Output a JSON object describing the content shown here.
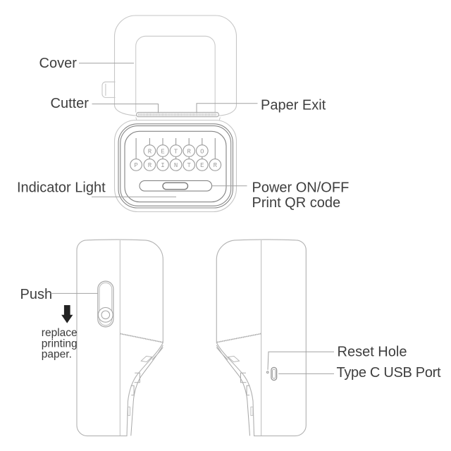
{
  "front_view": {
    "labels": {
      "cover": "Cover",
      "cutter": "Cutter",
      "paper_exit": "Paper Exit",
      "indicator_light": "Indicator Light",
      "power_line1": "Power ON/OFF",
      "power_line2": "Print QR code"
    },
    "keys": {
      "top_row": [
        "R",
        "E",
        "T",
        "R",
        "O"
      ],
      "bottom_row": [
        "P",
        "R",
        "I",
        "N",
        "T",
        "E",
        "R"
      ]
    }
  },
  "left_side_view": {
    "labels": {
      "push": "Push",
      "note_line1": "replace",
      "note_line2": "printing",
      "note_line3": "paper."
    }
  },
  "right_side_view": {
    "labels": {
      "reset_hole": "Reset Hole",
      "usb_port": "Type C USB Port"
    }
  },
  "colors": {
    "line_light": "#c6c6c6",
    "line_mid": "#a6a6a6",
    "line_dark": "#8d8d8d",
    "label_text": "#3e3e3e",
    "leader_line": "#a2a2a2",
    "arrow": "#222222"
  }
}
